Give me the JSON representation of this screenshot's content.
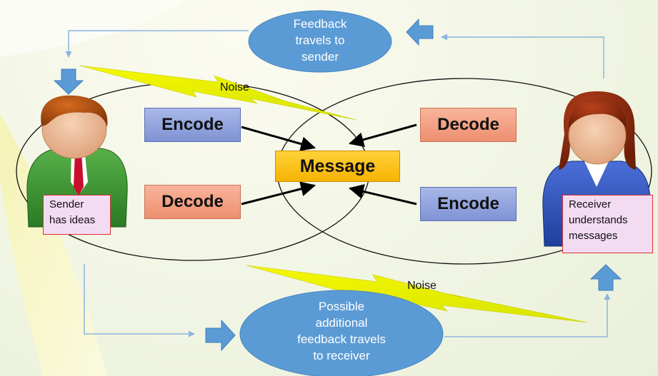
{
  "feedback_top": {
    "line1": "Feedback",
    "line2": "travels to",
    "line3": "sender"
  },
  "feedback_bottom": {
    "line1": "Possible",
    "line2": "additional",
    "line3": "feedback travels",
    "line4": "to receiver"
  },
  "noise_top": "Noise",
  "noise_bottom": "Noise",
  "message": "Message",
  "left": {
    "encode": "Encode",
    "decode": "Decode",
    "note_line1": "Sender",
    "note_line2": "has ideas"
  },
  "right": {
    "decode": "Decode",
    "encode": "Encode",
    "note_line1": "Receiver",
    "note_line2": "understands",
    "note_line3": "messages"
  },
  "colors": {
    "oval": "#5b9bd5",
    "encode_box": "#8ea0dd",
    "decode_box": "#f3a184",
    "message_box": "#ffc000",
    "lightning": "#e8f000",
    "feedback_line": "#8db4e2"
  }
}
